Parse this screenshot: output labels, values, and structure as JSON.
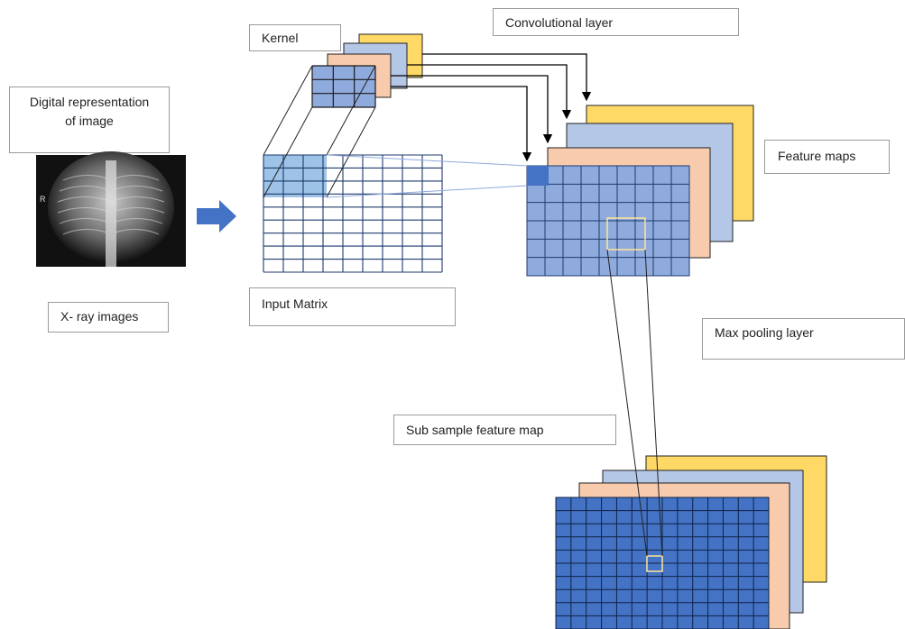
{
  "labels": {
    "digital_rep": "Digital representation of image",
    "xray": "X- ray images",
    "kernel": "Kernel",
    "conv": "Convolutional layer",
    "input_matrix": "Input Matrix",
    "feature_maps": "Feature maps",
    "max_pool": "Max pooling layer",
    "subsample": "Sub sample feature map"
  },
  "xray_marker": "R",
  "colors": {
    "yellow": "#FFD966",
    "light_blue": "#B4C7E7",
    "peach": "#F8CBAD",
    "mid_blue": "#8FAADC",
    "dark_blue": "#4472C4",
    "arrow": "#4472C4",
    "highlight": "#9DC3E6"
  }
}
